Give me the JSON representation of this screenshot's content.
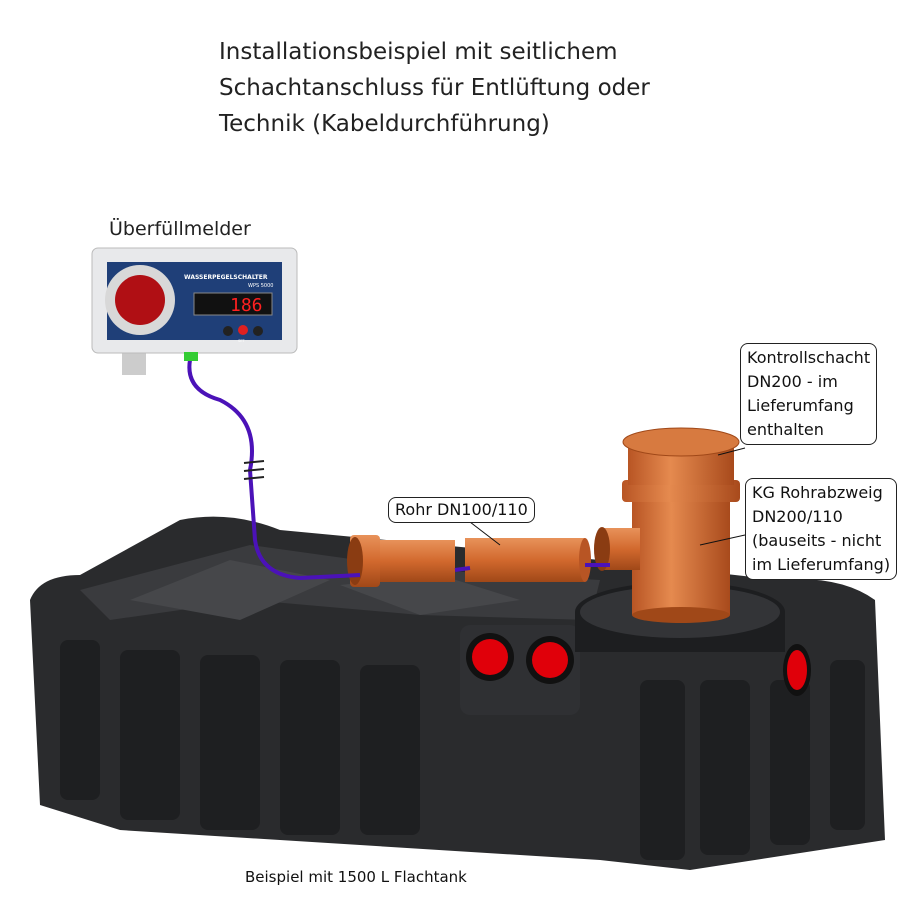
{
  "title_lines": [
    "Installationsbeispiel mit seitlichem",
    "Schachtanschluss für Entlüftung oder",
    "Technik (Kabeldurchführung)"
  ],
  "device": {
    "label": "Überfüllmelder",
    "brand": "WASSERPEGELSCHALTER",
    "model": "WPS 5000",
    "display_value": "186",
    "button_set": "SET"
  },
  "callouts": {
    "kontrollschacht": [
      "Kontrollschacht",
      "DN200 - im",
      "Lieferumfang",
      "enthalten"
    ],
    "rohrabzweig": [
      "KG Rohrabzweig",
      "DN200/110",
      "(bauseits - nicht",
      "im Lieferumfang)"
    ],
    "rohr": "Rohr DN100/110"
  },
  "caption": "Beispiel mit 1500 L Flachtank",
  "colors": {
    "pipe": "#d2692e",
    "tank": "#2a2b2d",
    "cable": "#4b12b8",
    "port": "#e0000a"
  }
}
